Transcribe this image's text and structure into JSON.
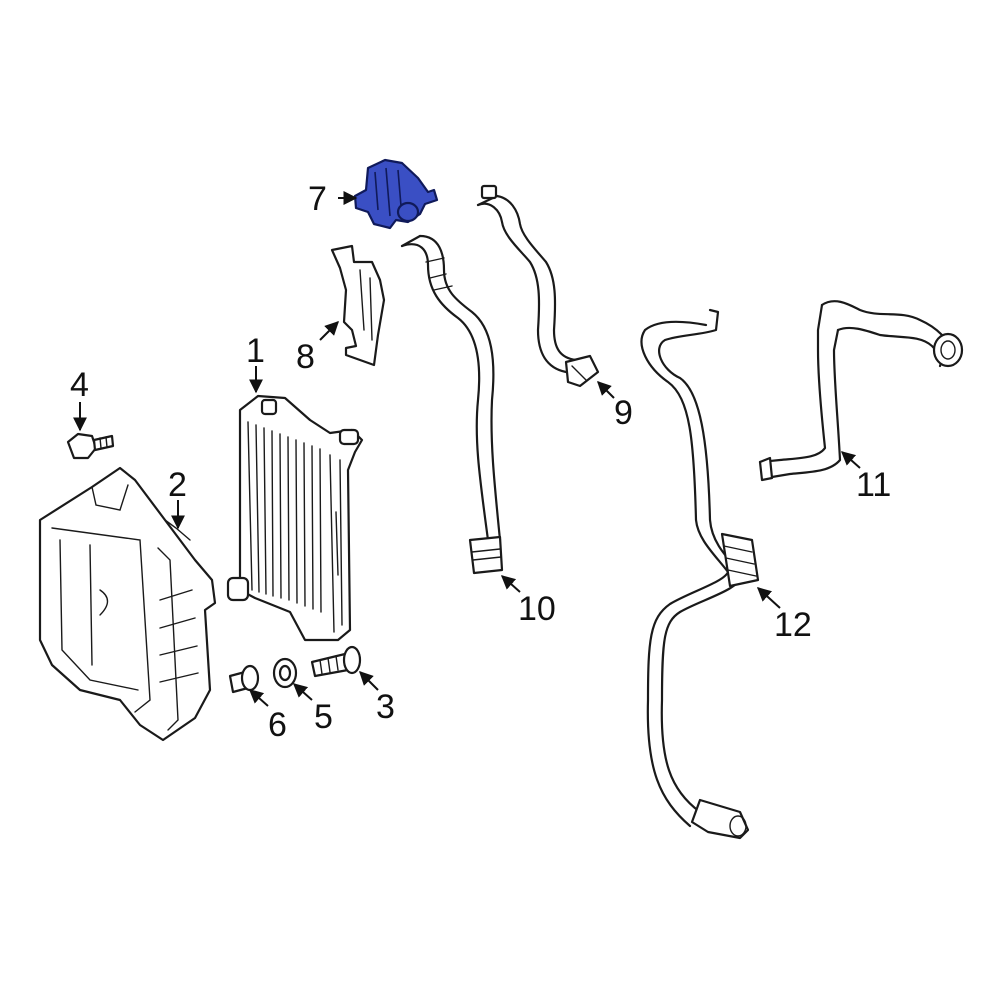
{
  "diagram": {
    "highlight_color": "#3a4fc4",
    "line_color": "#1a1a1a",
    "highlighted_part": "7",
    "callouts": [
      {
        "id": "c1",
        "label": "1"
      },
      {
        "id": "c2",
        "label": "2"
      },
      {
        "id": "c3",
        "label": "3"
      },
      {
        "id": "c4",
        "label": "4"
      },
      {
        "id": "c5",
        "label": "5"
      },
      {
        "id": "c6",
        "label": "6"
      },
      {
        "id": "c7",
        "label": "7"
      },
      {
        "id": "c8",
        "label": "8"
      },
      {
        "id": "c9",
        "label": "9"
      },
      {
        "id": "c10",
        "label": "10"
      },
      {
        "id": "c11",
        "label": "11"
      },
      {
        "id": "c12",
        "label": "12"
      }
    ]
  }
}
